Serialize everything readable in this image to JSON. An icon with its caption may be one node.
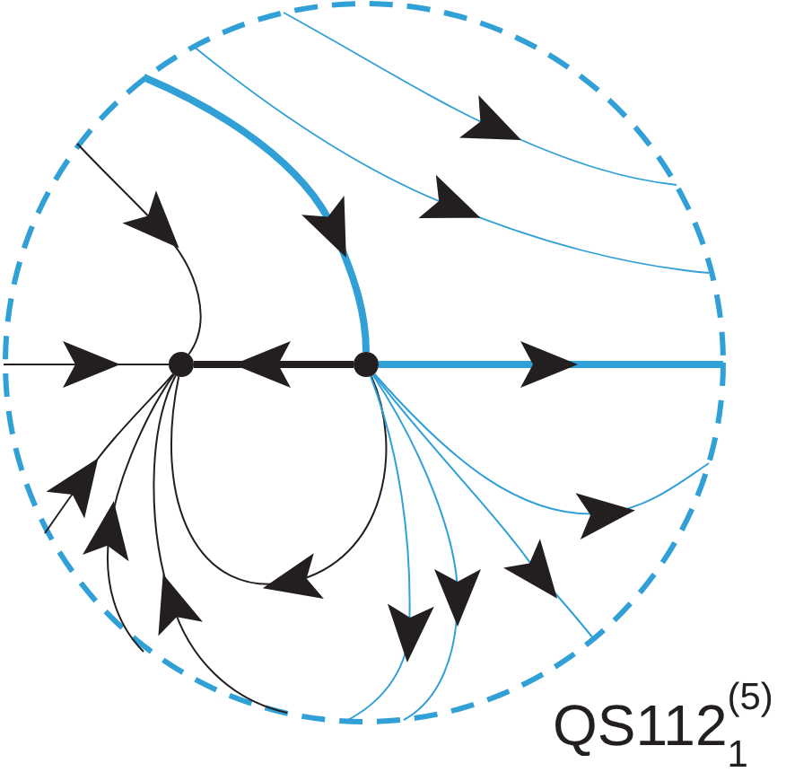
{
  "diagram": {
    "nodes": [
      {
        "text": [],
        "shape": "circle"
      },
      {
        "text": [],
        "shape": "circle"
      }
    ],
    "edges": [
      {
        "from": null,
        "to": 0,
        "arrow": "to"
      },
      {
        "from": null,
        "to": 0,
        "arrow": "to"
      },
      {
        "from": 1,
        "to": 0,
        "arrow": "to",
        "style": "thick"
      },
      {
        "from": null,
        "to": 1,
        "arrow": "to",
        "style": "thick",
        "color": "#31a0d6"
      },
      {
        "from": 1,
        "to": null,
        "arrow": "to",
        "style": "thick",
        "color": "#31a0d6"
      },
      {
        "from": 1,
        "to": 0,
        "arrow": "to"
      },
      {
        "from": null,
        "to": 0,
        "arrow": "to"
      },
      {
        "from": null,
        "to": 0,
        "arrow": "to"
      },
      {
        "from": null,
        "to": 0,
        "arrow": "to"
      },
      {
        "from": 1,
        "to": null,
        "arrow": "to",
        "color": "#31a0d6"
      },
      {
        "from": 1,
        "to": null,
        "arrow": "to",
        "color": "#31a0d6"
      },
      {
        "from": 1,
        "to": null,
        "arrow": "to",
        "color": "#31a0d6"
      },
      {
        "from": 1,
        "to": null,
        "arrow": "to",
        "color": "#31a0d6"
      }
    ],
    "labels": [
      "QS112$_{1}$$^{(5)}$"
    ]
  }
}
